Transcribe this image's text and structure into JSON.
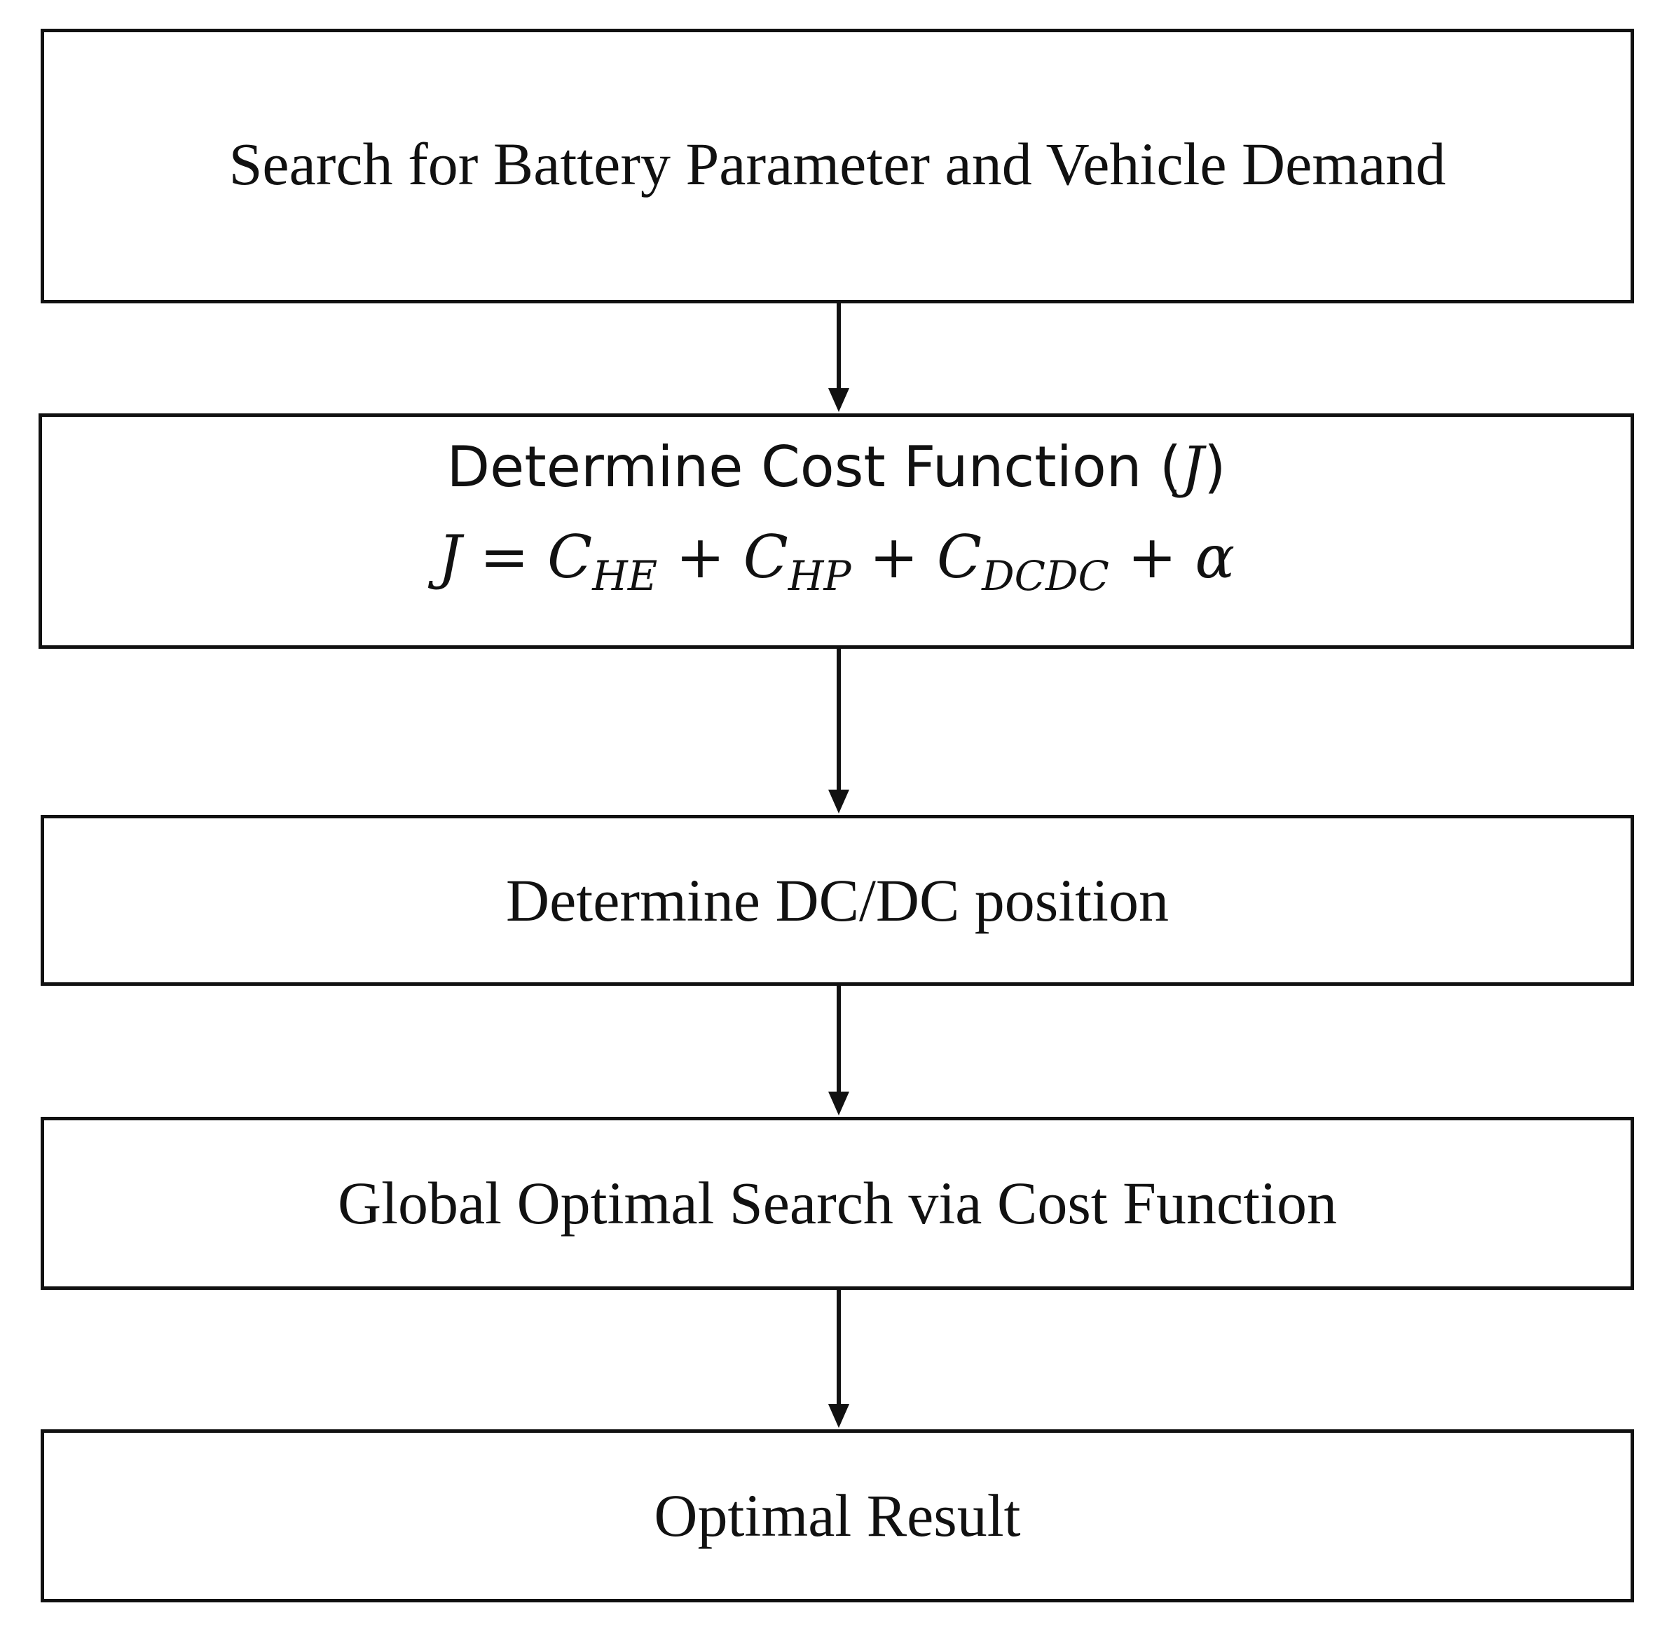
{
  "steps": [
    {
      "label": "Search for Battery Parameter and Vehicle Demand"
    },
    {
      "label_prefix": "Determine Cost Function (",
      "label_var": "J",
      "label_suffix": ")",
      "formula": {
        "lhs": "J",
        "eq": "=",
        "terms": [
          {
            "base": "C",
            "sub": "HE"
          },
          {
            "base": "C",
            "sub": "HP"
          },
          {
            "base": "C",
            "sub": "DCDC"
          }
        ],
        "plus": "+",
        "last": "α"
      }
    },
    {
      "label": "Determine DC/DC position"
    },
    {
      "label": "Global Optimal Search via Cost Function"
    },
    {
      "label": "Optimal Result"
    }
  ]
}
